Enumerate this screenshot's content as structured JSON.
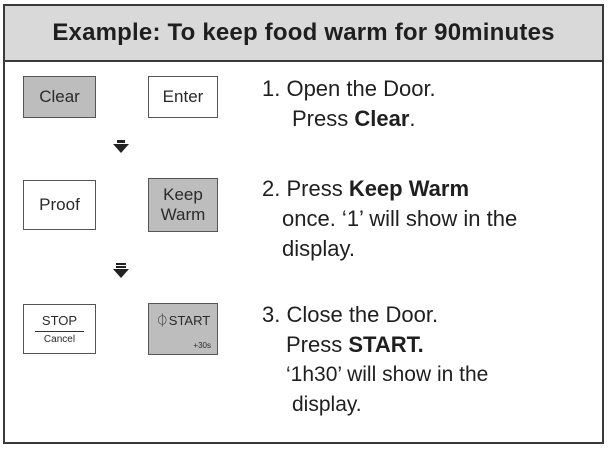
{
  "title": "Example: To keep food warm for 90minutes",
  "keys": {
    "clear": "Clear",
    "enter": "Enter",
    "proof": "Proof",
    "keep_warm_line1": "Keep",
    "keep_warm_line2": "Warm",
    "stop_top": "STOP",
    "stop_bottom": "Cancel",
    "start_top": "⏀START",
    "start_bottom": "+30s"
  },
  "steps": [
    {
      "line1": "1. Open the Door.",
      "line2_prefix": "Press ",
      "line2_bold": "Clear",
      "line2_suffix": "."
    },
    {
      "line1_prefix": "2. Press ",
      "line1_bold": "Keep Warm",
      "line2": "once. ‘1’ will show in the",
      "line3": "display."
    },
    {
      "line1": "3. Close the Door.",
      "line2_prefix": "Press ",
      "line2_bold": "START.",
      "line3": "‘1h30’ will show in the",
      "line4": "display."
    }
  ],
  "colors": {
    "header_bg": "#d9d9d9",
    "key_gray": "#bdbdbd",
    "border": "#3a3a3a"
  },
  "icons": [
    "down-arrow-icon",
    "down-arrow-icon"
  ]
}
